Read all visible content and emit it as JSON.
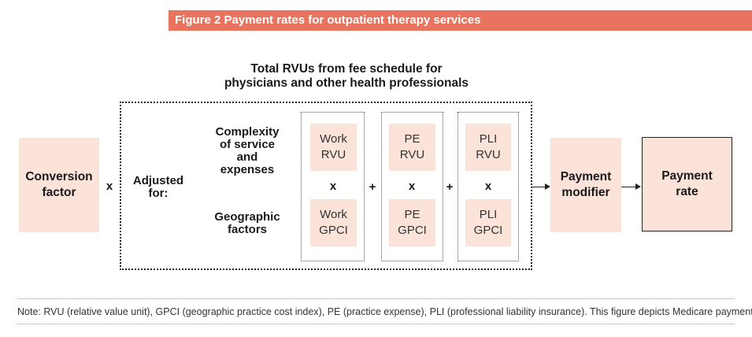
{
  "figure": {
    "banner": "Figure 2  Payment rates for outpatient therapy services"
  },
  "diagram": {
    "title_line1": "Total RVUs from fee schedule for",
    "title_line2": "physicians and other health professionals",
    "conversion_factor": {
      "line1": "Conversion",
      "line2": "factor"
    },
    "adjusted_for": {
      "line1": "Adjusted",
      "line2": "for:"
    },
    "complexity_label": {
      "line1": "Complexity",
      "line2": "of service",
      "line3": "and",
      "line4": "expenses"
    },
    "geographic_label": {
      "line1": "Geographic",
      "line2": "factors"
    },
    "columns": [
      {
        "top_line1": "Work",
        "top_line2": "RVU",
        "bottom_line1": "Work",
        "bottom_line2": "GPCI"
      },
      {
        "top_line1": "PE",
        "top_line2": "RVU",
        "bottom_line1": "PE",
        "bottom_line2": "GPCI"
      },
      {
        "top_line1": "PLI",
        "top_line2": "RVU",
        "bottom_line1": "PLI",
        "bottom_line2": "GPCI"
      }
    ],
    "times_symbol": "x",
    "plus_symbol": "+",
    "payment_modifier": {
      "line1": "Payment",
      "line2": "modifier"
    },
    "payment_rate": {
      "line1": "Payment",
      "line2": "rate"
    }
  },
  "footer": {
    "note": "Note:    RVU (relative value unit), GPCI (geographic practice cost index), PE (practice expense), PLI (professional liability insurance). This figure depicts Medicare payments only."
  },
  "colors": {
    "banner": "#e8735f",
    "box_fill": "#fbe3da"
  }
}
